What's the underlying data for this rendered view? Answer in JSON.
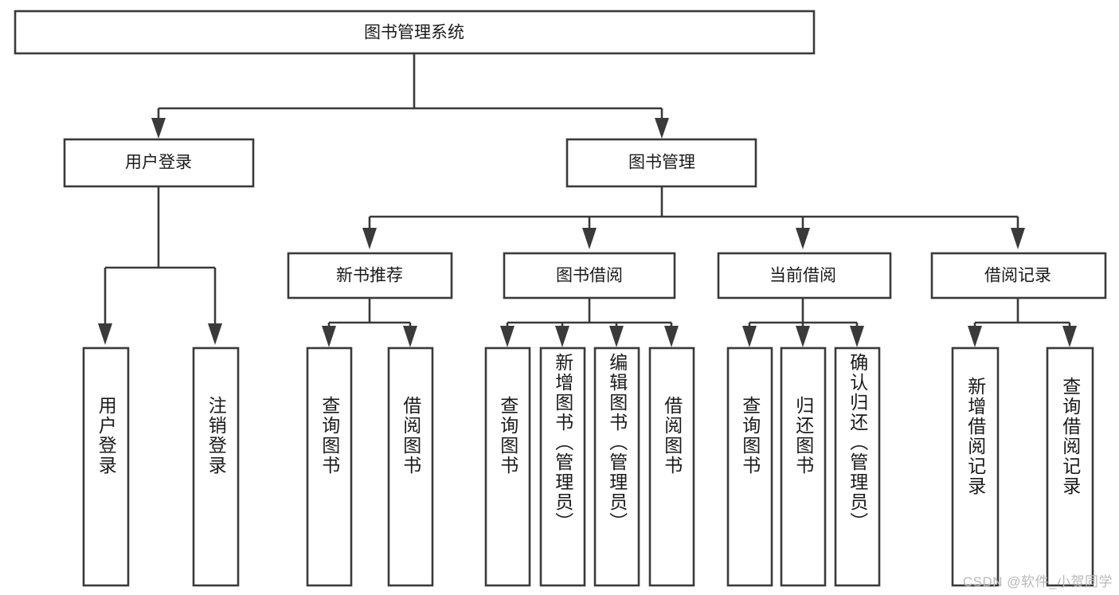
{
  "diagram": {
    "type": "tree-hierarchy-chart",
    "title": "图书管理系统",
    "background_color": "#ffffff",
    "line_color": "#3a3a3a",
    "text_color": "#1a1a1a",
    "root": {
      "label": "图书管理系统"
    },
    "level2": [
      {
        "label": "用户登录"
      },
      {
        "label": "图书管理"
      }
    ],
    "level3": [
      {
        "label": "新书推荐"
      },
      {
        "label": "图书借阅"
      },
      {
        "label": "当前借阅"
      },
      {
        "label": "借阅记录"
      }
    ],
    "leaves": {
      "user_login": [
        {
          "label": "用户登录"
        },
        {
          "label": "注销登录"
        }
      ],
      "new_book_recommend": [
        {
          "label": "查询图书"
        },
        {
          "label": "借阅图书"
        }
      ],
      "book_borrow": [
        {
          "label": "查询图书"
        },
        {
          "label": "新增图书（管理员）"
        },
        {
          "label": "编辑图书（管理员）"
        },
        {
          "label": "借阅图书"
        }
      ],
      "current_borrow": [
        {
          "label": "查询图书"
        },
        {
          "label": "归还图书"
        },
        {
          "label": "确认归还（管理员）"
        }
      ],
      "borrow_record": [
        {
          "label": "新增借阅记录"
        },
        {
          "label": "查询借阅记录"
        }
      ]
    }
  },
  "watermark": {
    "text": "CSDN @软件_小贺同学"
  }
}
